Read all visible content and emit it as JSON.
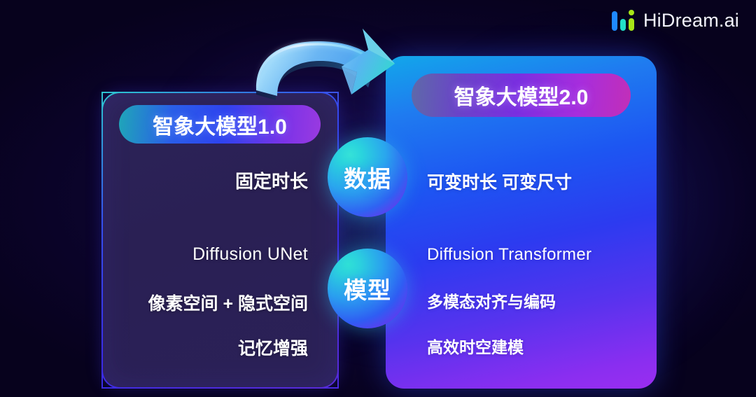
{
  "brand": {
    "name": "HiDream.ai",
    "mark_icon": "bar-chart-logo-icon",
    "bar_colors": [
      "#1f8bff",
      "#23e0c8",
      "#a8e617"
    ]
  },
  "background": {
    "color": "#0c0533"
  },
  "arrow": {
    "icon": "curved-arrow-right-icon",
    "description": "curved 3D arrow pointing from version 1.0 card to version 2.0 card",
    "color": "#6fb8f5"
  },
  "left_card": {
    "title": "智象大模型1.0",
    "title_gradient": [
      "#1fa6b8",
      "#2f43ef",
      "#9a3ae0"
    ],
    "border_color": "#3a2be6",
    "background_color": "#2a2054",
    "items": [
      "固定时长",
      "Diffusion UNet",
      "像素空间 + 隐式空间",
      "记忆增强"
    ]
  },
  "right_card": {
    "title": "智象大模型2.0",
    "title_gradient": [
      "#5e6aa8",
      "#7a2fe0",
      "#c22fb8"
    ],
    "background_gradient": [
      "#12a7ea",
      "#1d56f2",
      "#9a2df0"
    ],
    "items": [
      "可变时长  可变尺寸",
      "Diffusion Transformer",
      "多模态对齐与编码",
      "高效时空建模"
    ]
  },
  "center_circles": [
    {
      "label": "数据",
      "gradient": [
        "#35e2d8",
        "#2f63f2",
        "#8a2ff0"
      ]
    },
    {
      "label": "模型",
      "gradient": [
        "#2fe0d6",
        "#2f5df3",
        "#9130f0"
      ]
    }
  ]
}
